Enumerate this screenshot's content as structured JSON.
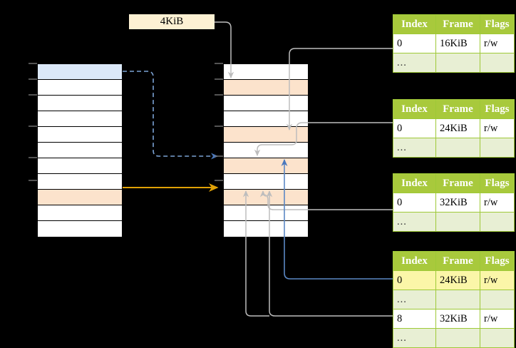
{
  "diagram": {
    "title": "page-table-walk-diagram",
    "size_label": {
      "text": "4KiB"
    },
    "colors": {
      "header_green": "#a8c93c",
      "ellipsis_green": "#e8efd4",
      "highlight_yellow": "#fbf6a8",
      "row_blue": "#dce9f9",
      "row_orange": "#fce3cc",
      "label_cream": "#fdf1d3",
      "arrow_blue": "#4a78bd",
      "arrow_orange": "#e0a106",
      "arrow_gray": "#b3b3b3"
    },
    "left_column": {
      "name": "left-memory-column",
      "row_count": 11,
      "rows": [
        {
          "fill": "blue",
          "label": ""
        },
        {
          "fill": "white",
          "label": ""
        },
        {
          "fill": "white",
          "label": ""
        },
        {
          "fill": "white",
          "label": ""
        },
        {
          "fill": "white",
          "label": ""
        },
        {
          "fill": "white",
          "label": ""
        },
        {
          "fill": "white",
          "label": ""
        },
        {
          "fill": "white",
          "label": ""
        },
        {
          "fill": "orange",
          "label": ""
        },
        {
          "fill": "white",
          "label": ""
        },
        {
          "fill": "white",
          "label": ""
        }
      ]
    },
    "middle_column": {
      "name": "middle-memory-column",
      "row_count": 11,
      "rows": [
        {
          "fill": "white",
          "label": ""
        },
        {
          "fill": "orange",
          "label": ""
        },
        {
          "fill": "white",
          "label": ""
        },
        {
          "fill": "white",
          "label": ""
        },
        {
          "fill": "orange",
          "label": ""
        },
        {
          "fill": "white",
          "label": ""
        },
        {
          "fill": "orange",
          "label": ""
        },
        {
          "fill": "white",
          "label": ""
        },
        {
          "fill": "orange",
          "label": ""
        },
        {
          "fill": "white",
          "label": ""
        },
        {
          "fill": "white",
          "label": ""
        }
      ]
    },
    "tables": [
      {
        "name": "page-table-1",
        "headers": [
          "Index",
          "Frame",
          "Flags"
        ],
        "rows": [
          {
            "type": "data",
            "cells": [
              "0",
              "16KiB",
              "r/w"
            ],
            "highlight": false
          },
          {
            "type": "ellipsis",
            "cells": [
              "...",
              "",
              ""
            ],
            "highlight": false
          }
        ]
      },
      {
        "name": "page-table-2",
        "headers": [
          "Index",
          "Frame",
          "Flags"
        ],
        "rows": [
          {
            "type": "data",
            "cells": [
              "0",
              "24KiB",
              "r/w"
            ],
            "highlight": false
          },
          {
            "type": "ellipsis",
            "cells": [
              "...",
              "",
              ""
            ],
            "highlight": false
          }
        ]
      },
      {
        "name": "page-table-3",
        "headers": [
          "Index",
          "Frame",
          "Flags"
        ],
        "rows": [
          {
            "type": "data",
            "cells": [
              "0",
              "32KiB",
              "r/w"
            ],
            "highlight": false
          },
          {
            "type": "ellipsis",
            "cells": [
              "...",
              "",
              ""
            ],
            "highlight": false
          }
        ]
      },
      {
        "name": "page-table-4",
        "headers": [
          "Index",
          "Frame",
          "Flags"
        ],
        "rows": [
          {
            "type": "data",
            "cells": [
              "0",
              "24KiB",
              "r/w"
            ],
            "highlight": true
          },
          {
            "type": "ellipsis",
            "cells": [
              "...",
              "",
              ""
            ],
            "highlight": false
          },
          {
            "type": "data",
            "cells": [
              "8",
              "32KiB",
              "r/w"
            ],
            "highlight": false
          },
          {
            "type": "ellipsis",
            "cells": [
              "...",
              "",
              ""
            ],
            "highlight": false
          }
        ]
      }
    ]
  }
}
